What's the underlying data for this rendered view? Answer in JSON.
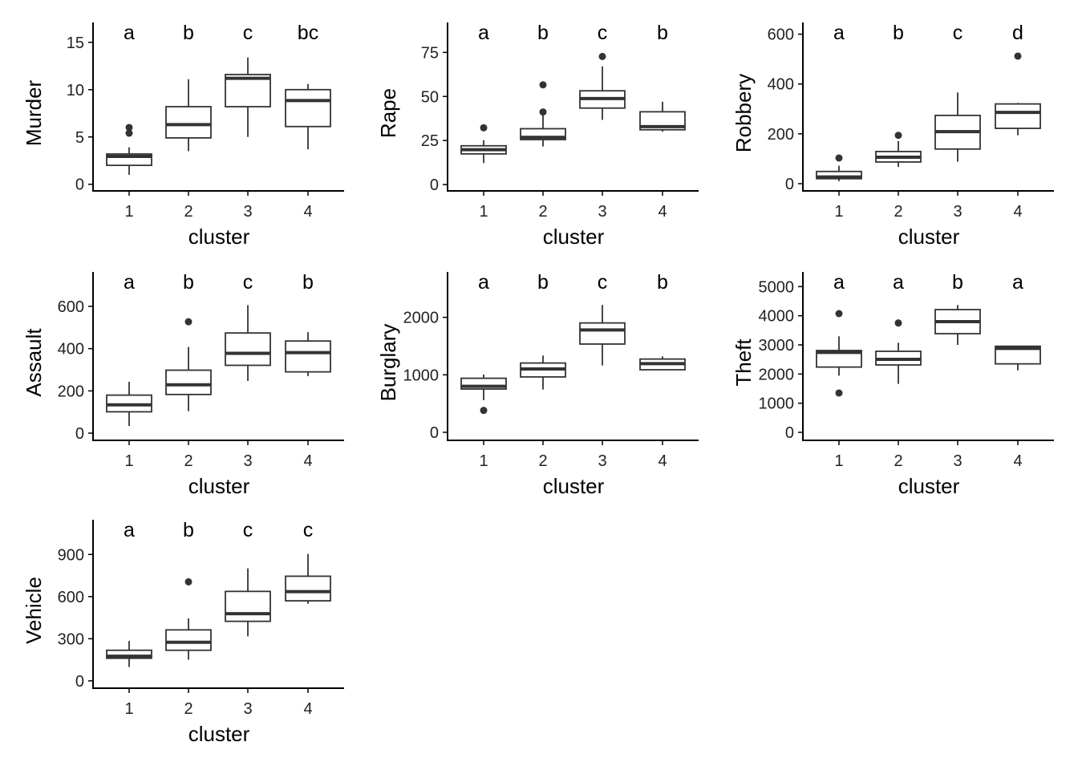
{
  "chart_data": [
    {
      "type": "box",
      "title": "",
      "xlabel": "cluster",
      "ylabel": "Murder",
      "categories": [
        "1",
        "2",
        "3",
        "4"
      ],
      "yticks": [
        0,
        5,
        10,
        15
      ],
      "ylim": [
        -0.7,
        17.1
      ],
      "letters": [
        "a",
        "b",
        "c",
        "bc"
      ],
      "boxes": [
        {
          "low": 1.0,
          "q1": 2.0,
          "median": 2.95,
          "q3": 3.2,
          "high": 3.9,
          "outliers": [
            5.4,
            6.0
          ]
        },
        {
          "low": 3.5,
          "q1": 4.9,
          "median": 6.3,
          "q3": 8.2,
          "high": 11.1,
          "outliers": []
        },
        {
          "low": 5.0,
          "q1": 8.2,
          "median": 11.2,
          "q3": 11.6,
          "high": 13.4,
          "outliers": []
        },
        {
          "low": 3.7,
          "q1": 6.1,
          "median": 8.85,
          "q3": 10.0,
          "high": 10.6,
          "outliers": []
        }
      ]
    },
    {
      "type": "box",
      "title": "",
      "xlabel": "cluster",
      "ylabel": "Rape",
      "categories": [
        "1",
        "2",
        "3",
        "4"
      ],
      "yticks": [
        0,
        25,
        50,
        75
      ],
      "ylim": [
        -3.6,
        92
      ],
      "letters": [
        "a",
        "b",
        "c",
        "b"
      ],
      "boxes": [
        {
          "low": 12.2,
          "q1": 17.4,
          "median": 19.8,
          "q3": 22,
          "high": 25.2,
          "outliers": [
            32.2
          ]
        },
        {
          "low": 21.6,
          "q1": 25.5,
          "median": 26.8,
          "q3": 31.7,
          "high": 39.2,
          "outliers": [
            41.2,
            56.6
          ]
        },
        {
          "low": 36.7,
          "q1": 43.4,
          "median": 48.8,
          "q3": 53.2,
          "high": 67.1,
          "outliers": [
            72.7
          ]
        },
        {
          "low": 30,
          "q1": 31.1,
          "median": 32.9,
          "q3": 41.3,
          "high": 47,
          "outliers": []
        }
      ]
    },
    {
      "type": "box",
      "title": "",
      "xlabel": "cluster",
      "ylabel": "Robbery",
      "categories": [
        "1",
        "2",
        "3",
        "4"
      ],
      "yticks": [
        0,
        200,
        400,
        600
      ],
      "ylim": [
        -29,
        647
      ],
      "letters": [
        "a",
        "b",
        "c",
        "d"
      ],
      "boxes": [
        {
          "low": 10,
          "q1": 20,
          "median": 27,
          "q3": 49,
          "high": 72,
          "outliers": [
            103
          ]
        },
        {
          "low": 67,
          "q1": 87,
          "median": 106,
          "q3": 129,
          "high": 171,
          "outliers": [
            194
          ]
        },
        {
          "low": 88,
          "q1": 139,
          "median": 209,
          "q3": 274,
          "high": 366,
          "outliers": []
        },
        {
          "low": 194,
          "q1": 222,
          "median": 286,
          "q3": 320,
          "high": 324,
          "outliers": [
            512
          ]
        }
      ]
    },
    {
      "type": "box",
      "title": "",
      "xlabel": "cluster",
      "ylabel": "Assault",
      "categories": [
        "1",
        "2",
        "3",
        "4"
      ],
      "yticks": [
        0,
        200,
        400,
        600
      ],
      "ylim": [
        -34,
        763
      ],
      "letters": [
        "a",
        "b",
        "c",
        "b"
      ],
      "boxes": [
        {
          "low": 34,
          "q1": 101,
          "median": 134,
          "q3": 180,
          "high": 243,
          "outliers": []
        },
        {
          "low": 104,
          "q1": 183,
          "median": 229,
          "q3": 298,
          "high": 408,
          "outliers": [
            527
          ]
        },
        {
          "low": 247,
          "q1": 321,
          "median": 378,
          "q3": 474,
          "high": 606,
          "outliers": []
        },
        {
          "low": 270,
          "q1": 290,
          "median": 381,
          "q3": 436,
          "high": 478,
          "outliers": []
        }
      ]
    },
    {
      "type": "box",
      "title": "",
      "xlabel": "cluster",
      "ylabel": "Burglary",
      "categories": [
        "1",
        "2",
        "3",
        "4"
      ],
      "yticks": [
        0,
        1000,
        2000
      ],
      "ylim": [
        -140,
        2790
      ],
      "letters": [
        "a",
        "b",
        "c",
        "b"
      ],
      "boxes": [
        {
          "low": 558,
          "q1": 753,
          "median": 800,
          "q3": 940,
          "high": 1005,
          "outliers": [
            381
          ]
        },
        {
          "low": 744,
          "q1": 963,
          "median": 1102,
          "q3": 1205,
          "high": 1335,
          "outliers": []
        },
        {
          "low": 1163,
          "q1": 1535,
          "median": 1781,
          "q3": 1902,
          "high": 2214,
          "outliers": []
        },
        {
          "low": 1079,
          "q1": 1088,
          "median": 1195,
          "q3": 1274,
          "high": 1321,
          "outliers": []
        }
      ]
    },
    {
      "type": "box",
      "title": "",
      "xlabel": "cluster",
      "ylabel": "Theft",
      "categories": [
        "1",
        "2",
        "3",
        "4"
      ],
      "yticks": [
        0,
        1000,
        2000,
        3000,
        4000,
        5000
      ],
      "ylim": [
        -275,
        5504
      ],
      "letters": [
        "a",
        "a",
        "b",
        "a"
      ],
      "boxes": [
        {
          "low": 1945,
          "q1": 2239,
          "median": 2743,
          "q3": 2807,
          "high": 3294,
          "outliers": [
            4073,
            1349
          ]
        },
        {
          "low": 1661,
          "q1": 2312,
          "median": 2505,
          "q3": 2780,
          "high": 3073,
          "outliers": [
            3752
          ]
        },
        {
          "low": 3000,
          "q1": 3385,
          "median": 3798,
          "q3": 4211,
          "high": 4367,
          "outliers": []
        },
        {
          "low": 2128,
          "q1": 2349,
          "median": 2881,
          "q3": 2954,
          "high": 2954,
          "outliers": []
        }
      ]
    },
    {
      "type": "box",
      "title": "",
      "xlabel": "cluster",
      "ylabel": "Vehicle",
      "categories": [
        "1",
        "2",
        "3",
        "4"
      ],
      "yticks": [
        0,
        300,
        600,
        900
      ],
      "ylim": [
        -52,
        1147
      ],
      "letters": [
        "a",
        "b",
        "c",
        "c"
      ],
      "boxes": [
        {
          "low": 99,
          "q1": 161,
          "median": 176,
          "q3": 218,
          "high": 285,
          "outliers": []
        },
        {
          "low": 151,
          "q1": 218,
          "median": 275,
          "q3": 363,
          "high": 445,
          "outliers": [
            705
          ]
        },
        {
          "low": 317,
          "q1": 424,
          "median": 478,
          "q3": 637,
          "high": 801,
          "outliers": []
        },
        {
          "low": 549,
          "q1": 570,
          "median": 635,
          "q3": 745,
          "high": 904,
          "outliers": []
        }
      ]
    }
  ],
  "colors": {
    "box_line": "#333333",
    "axis": "#000000",
    "fill": "#ffffff"
  }
}
